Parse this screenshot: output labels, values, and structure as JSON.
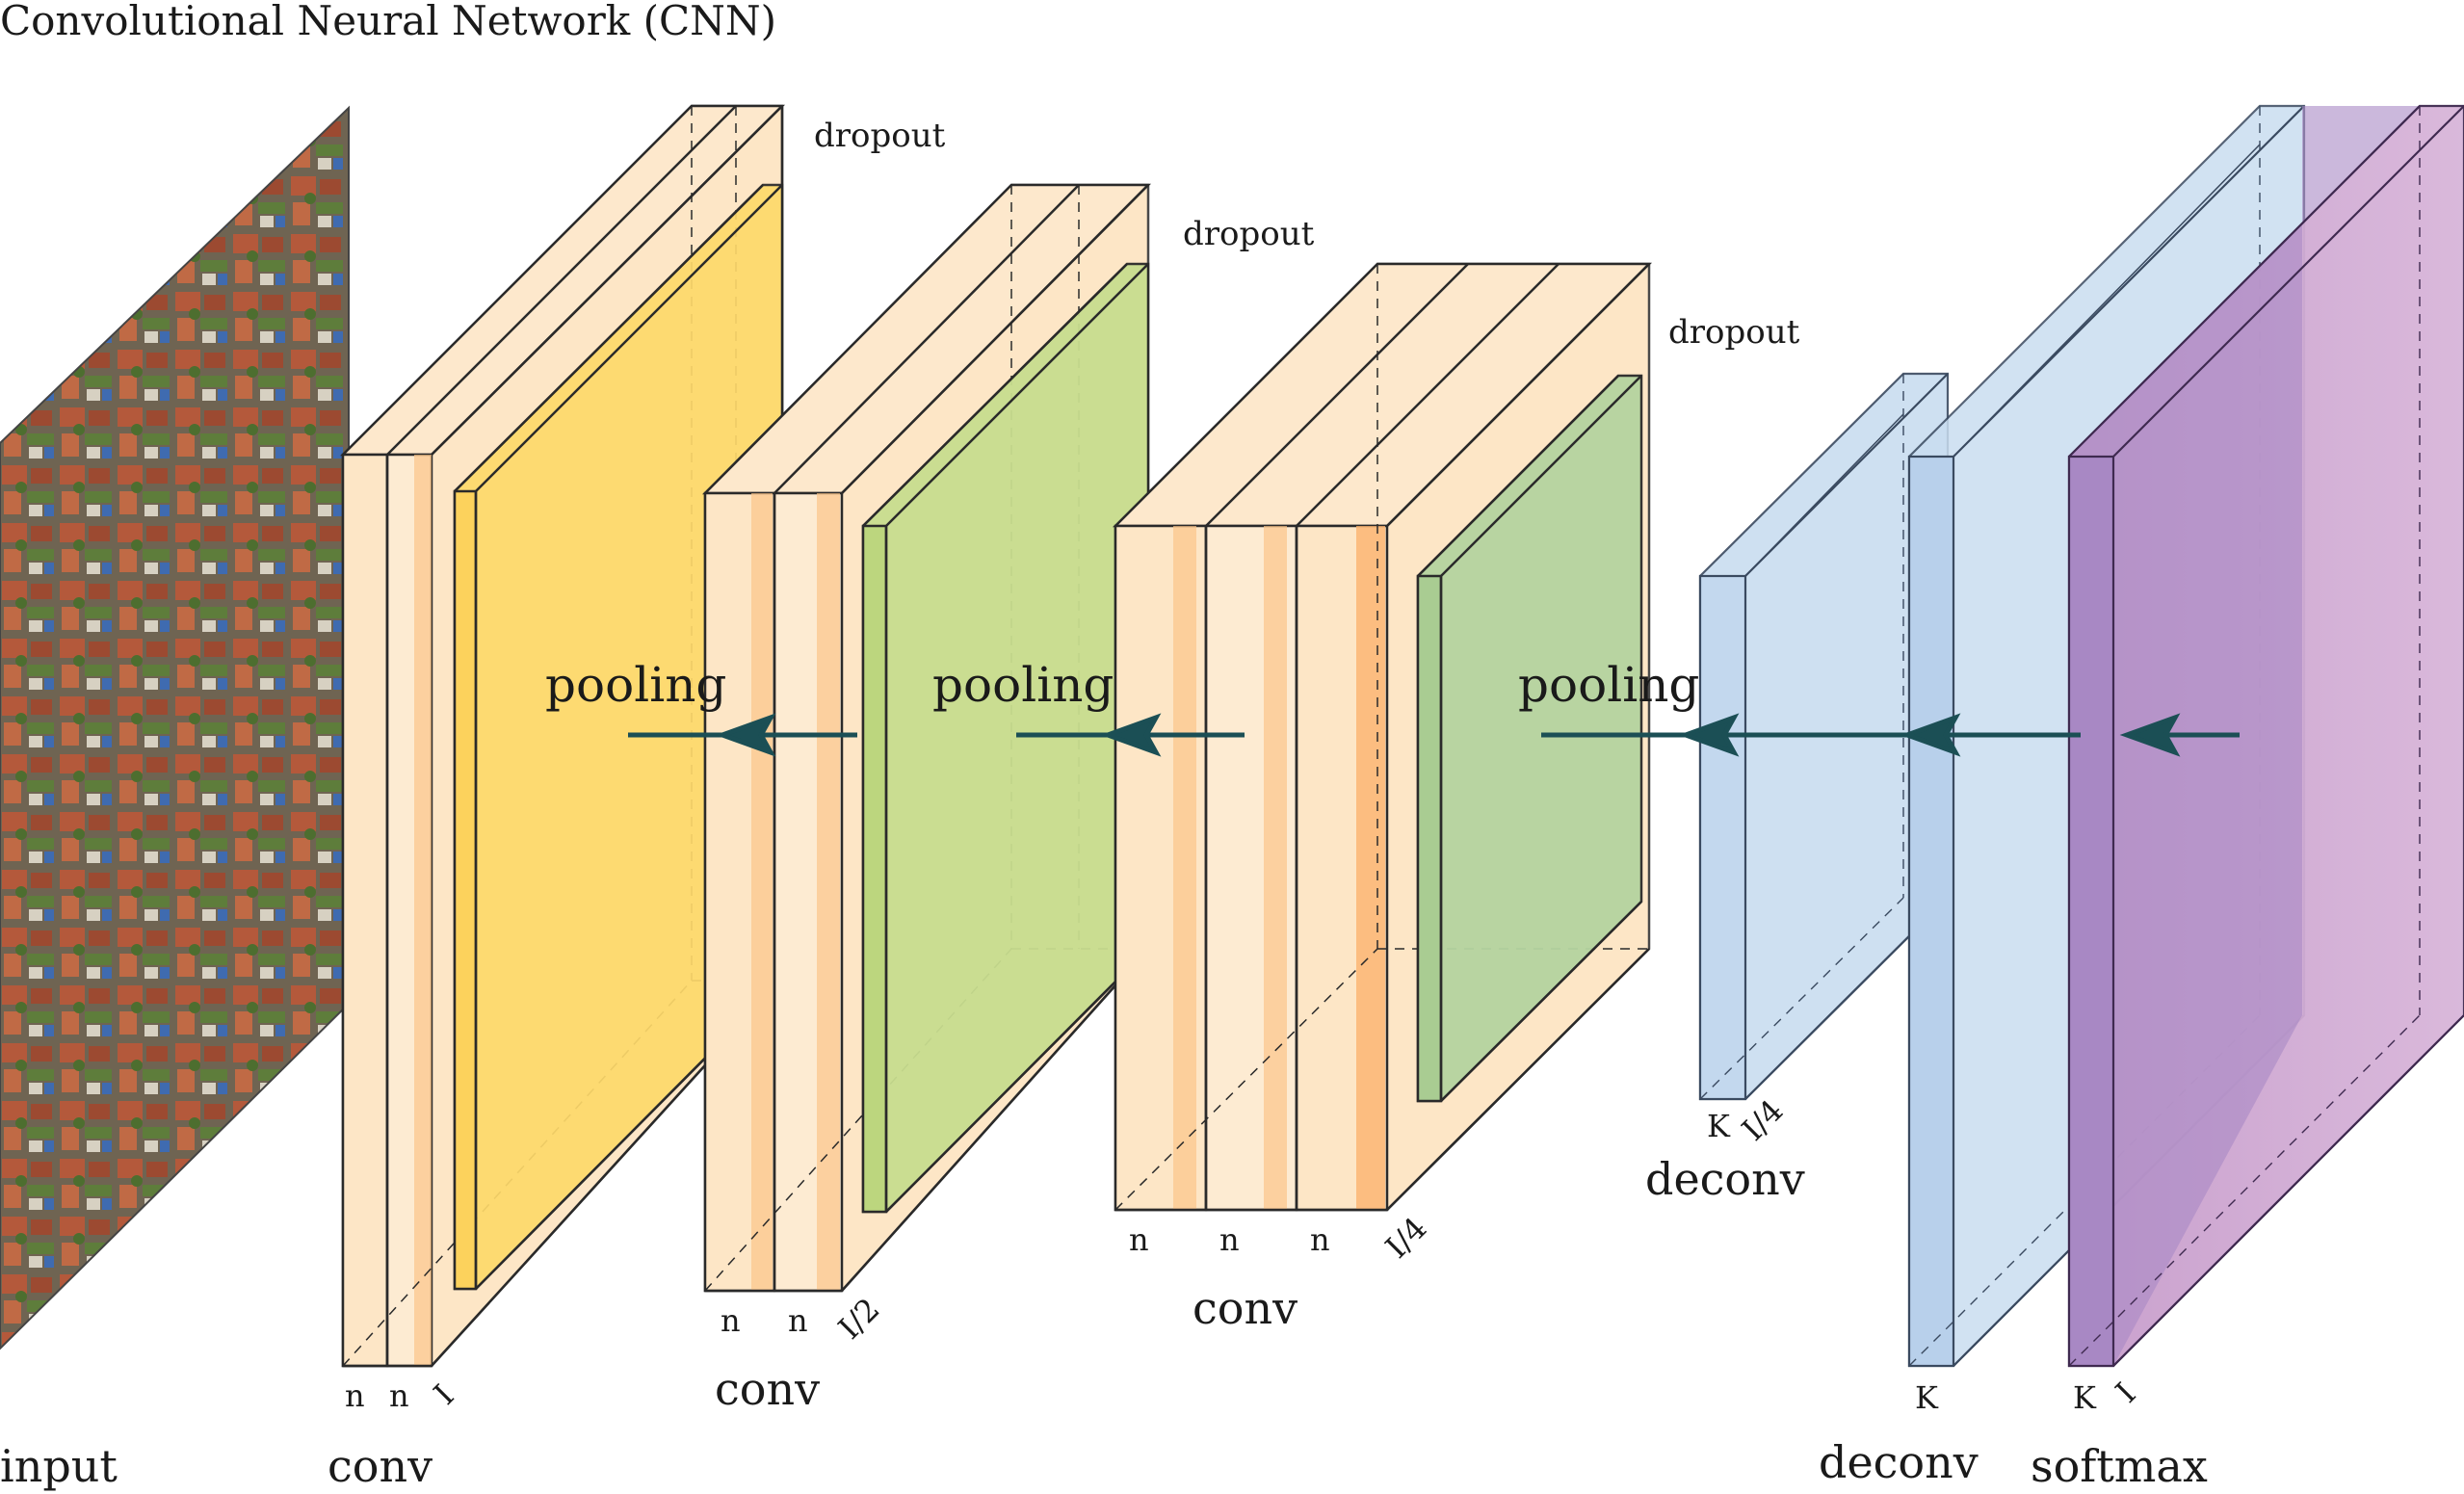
{
  "title": "Convolutional Neural Network (CNN)",
  "labels": {
    "input": "input",
    "conv1": "conv",
    "conv2": "conv",
    "conv3": "conv",
    "deconv1": "deconv",
    "deconv2": "deconv",
    "softmax": "softmax",
    "pooling1": "pooling",
    "pooling2": "pooling",
    "pooling3": "pooling",
    "dropout1": "dropout",
    "dropout2": "dropout",
    "dropout3": "dropout",
    "b1_n1": "n",
    "b1_n2": "n",
    "b1_dim": "I",
    "b2_n1": "n",
    "b2_n2": "n",
    "b2_dim": "I/2",
    "b3_n1": "n",
    "b3_n2": "n",
    "b3_n3": "n",
    "b3_dim": "I/4",
    "d1_k": "K",
    "d1_dim": "I/4",
    "d2_k": "K",
    "s_k": "K",
    "s_dim": "I"
  },
  "colors": {
    "conv_fill": "#fde2bd",
    "conv_stripe": "#fbc489",
    "pool1_fill": "#fed96a",
    "pool2_fill": "#c8dd8f",
    "pool3_fill": "#b5d4a0",
    "deconv_fill": "#c9ddf0",
    "softmax_front": "#a888c4",
    "softmax_back": "#cfa8d2",
    "arrow": "#1b4f55",
    "outline": "#2a2a2a"
  }
}
